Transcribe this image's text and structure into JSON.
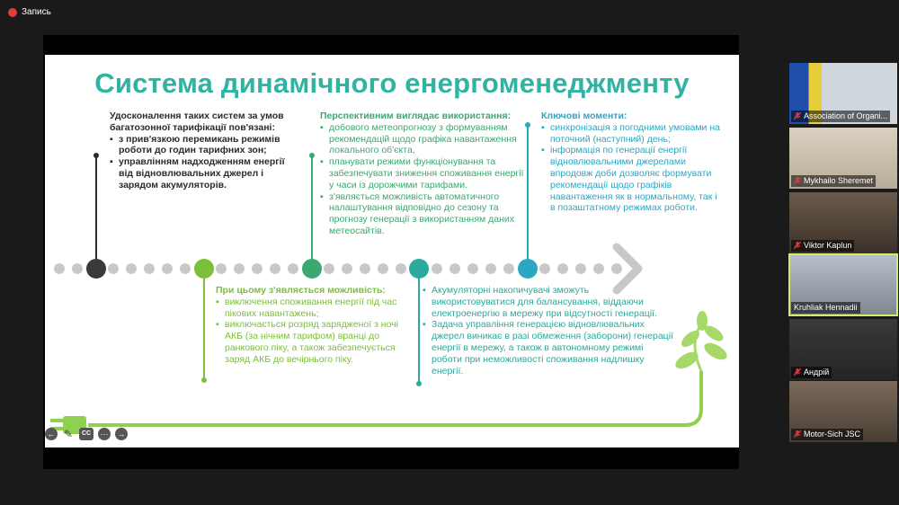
{
  "recording": {
    "label": "Запись",
    "color": "#e23b3b"
  },
  "slide": {
    "title": "Система динамічного енергоменеджменту",
    "colors": {
      "title": "#2fb3a3",
      "dark": "#2b2b2b",
      "light_green": "#7cbf3a",
      "mid_green": "#3aa96f",
      "teal": "#2aa99c",
      "blue": "#2aa7c3",
      "track_dot": "#c8c8c8"
    },
    "block1": {
      "heading": "Удосконалення таких систем за умов багатозонної тарифікації пов'язані:",
      "items": [
        "з прив'язкою перемикань режимів роботи до годин тарифних зон;",
        "управлінням надходженням енергії від відновлювальних джерел і зарядом акумуляторів."
      ]
    },
    "block2": {
      "heading": "При цьому з'являється можливість:",
      "items": [
        "виключення споживання енергії під час пікових навантажень;",
        "виключається розряд зарядженої з ночі АКБ (за нічним тарифом) вранці до ранкового піку, а також забезпечується заряд АКБ до вечірнього піку."
      ]
    },
    "block3": {
      "heading": "Перспективним виглядає використання:",
      "items": [
        "добового метеопрогнозу з формуванням рекомендацій щодо графіка навантаження локального об'єкта,",
        "планувати режими функціонування та забезпечувати зниження споживання енергії у часи із дорожчими тарифами.",
        "з'являється можливість автоматичного налаштування відповідно до сезону та прогнозу генерації з використанням даних метеосайтів."
      ]
    },
    "block4": {
      "items": [
        "Акумуляторні накопичувачі зможуть використовуватися для балансування, віддаючи електроенергію в мережу при відсутності генерації.",
        "Задача управління генерацією відновлювальних джерел виникає в разі обмеження (заборони) генерації енергії в мережу, а також в автономному режимі роботи при неможливості споживання надлишку енергії."
      ]
    },
    "block5": {
      "heading": "Ключові моменти:",
      "items": [
        "синхронізація з погодними умовами на поточний (наступний) день;",
        "інформація по генерації енергії відновлювальними джерелами впродовж доби дозволяє формувати рекомендації щодо графіків навантаження як в нормальному, так і в позаштатному режимах роботи."
      ]
    },
    "icons": {
      "plant": "sprout-icon",
      "plug": "plug-icon",
      "arrow": "chevron-right-icon"
    }
  },
  "controls": [
    {
      "icon": "arrow-left-icon",
      "glyph": "←"
    },
    {
      "icon": "pen-icon",
      "glyph": "✎"
    },
    {
      "icon": "captions-icon",
      "glyph": "CC"
    },
    {
      "icon": "more-icon",
      "glyph": "⋯"
    },
    {
      "icon": "arrow-right-icon",
      "glyph": "→"
    }
  ],
  "participants": [
    {
      "name": "Association of Organi...",
      "muted": true,
      "active": false
    },
    {
      "name": "Mykhailo Sheremet",
      "muted": true,
      "active": false
    },
    {
      "name": "Viktor Kaplun",
      "muted": true,
      "active": false
    },
    {
      "name": "Kruhliak Hennadii",
      "muted": false,
      "active": true
    },
    {
      "name": "Андрій",
      "muted": true,
      "active": false
    },
    {
      "name": "Motor-Sich JSC",
      "muted": true,
      "active": false
    }
  ]
}
